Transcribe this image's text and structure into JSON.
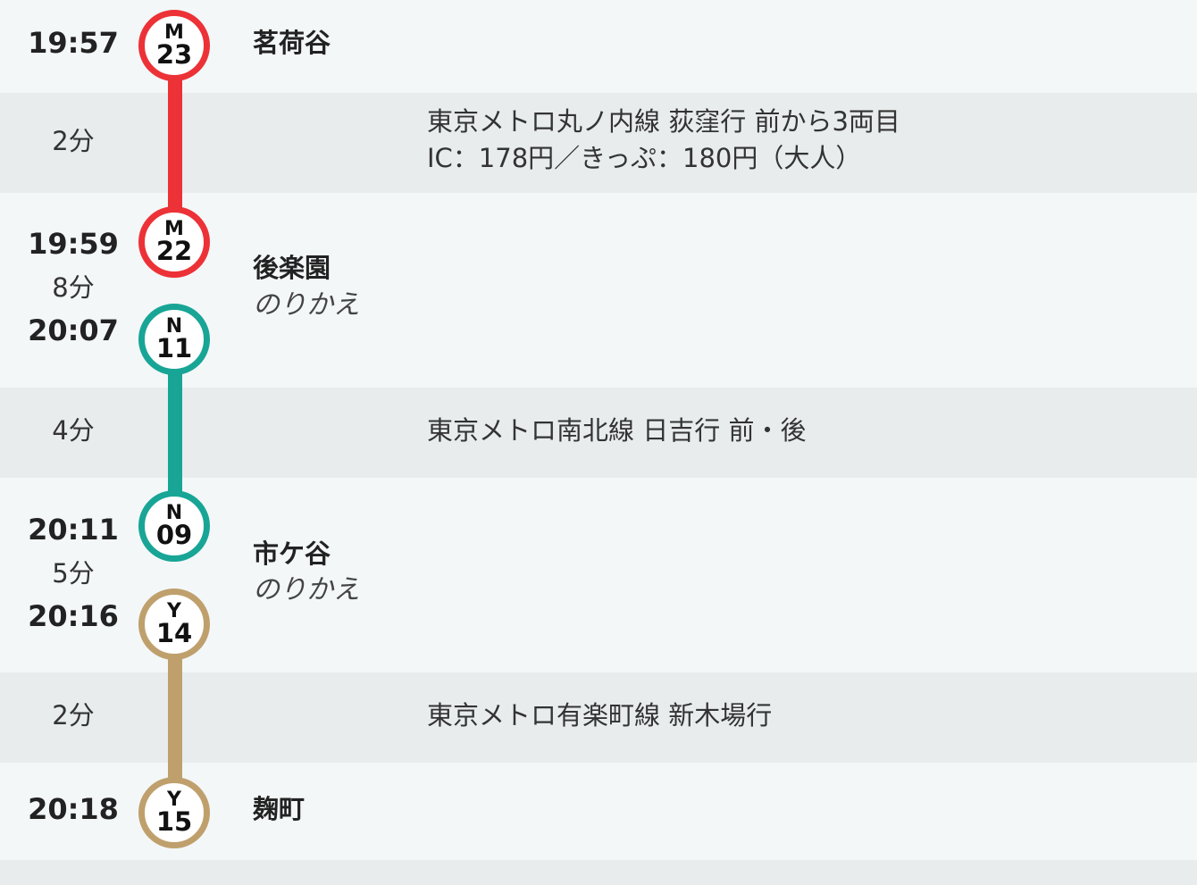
{
  "colors": {
    "marunouchi": "#ec3237",
    "namboku": "#18a596",
    "yurakucho": "#bfa06c"
  },
  "stops": [
    {
      "time": "19:57",
      "line": "M",
      "num": "23",
      "station": "茗荷谷"
    },
    {
      "time": "19:59",
      "line": "M",
      "num": "22"
    },
    {
      "station": "後楽園",
      "transfer": "のりかえ",
      "dur": "8分"
    },
    {
      "time": "20:07",
      "line": "N",
      "num": "11"
    },
    {
      "time": "20:11",
      "line": "N",
      "num": "09"
    },
    {
      "station": "市ケ谷",
      "transfer": "のりかえ",
      "dur": "5分"
    },
    {
      "time": "20:16",
      "line": "Y",
      "num": "14"
    },
    {
      "time": "20:18",
      "line": "Y",
      "num": "15",
      "station": "麹町"
    }
  ],
  "rides": [
    {
      "dur": "2分",
      "line_name": "東京メトロ丸ノ内線",
      "dest": "荻窪行",
      "car": "前から3両目",
      "fare": "IC：178円／きっぷ：180円（大人）"
    },
    {
      "dur": "4分",
      "line_name": "東京メトロ南北線",
      "dest": "日吉行",
      "car": "前・後"
    },
    {
      "dur": "2分",
      "line_name": "東京メトロ有楽町線",
      "dest": "新木場行"
    }
  ]
}
